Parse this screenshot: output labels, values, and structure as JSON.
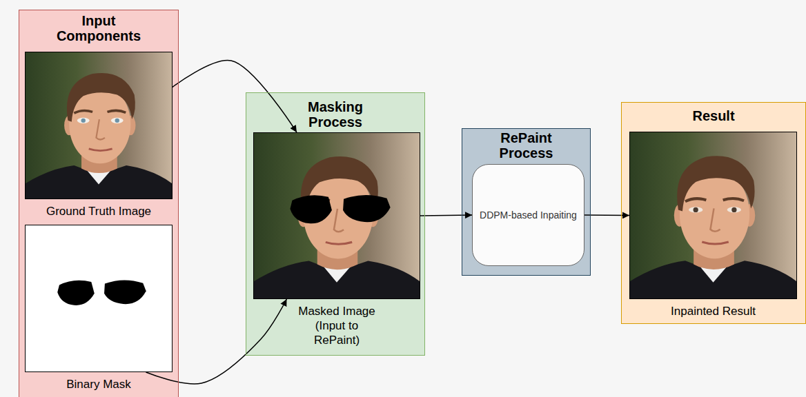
{
  "diagram": {
    "nodes": [
      {
        "text": [
          "Input Components"
        ]
      },
      {
        "text": [
          "Ground Truth Image"
        ],
        "in": 0
      },
      {
        "text": [
          "Binary Mask"
        ],
        "in": 0
      },
      {
        "text": [
          "Masking Process"
        ]
      },
      {
        "text": [
          "Masked Image (Input to RePaint)"
        ],
        "in": 3
      },
      {
        "text": [
          "RePaint Process"
        ]
      },
      {
        "text": [
          "DDPM-based Inpaiting"
        ],
        "in": 5
      },
      {
        "text": [
          "Result"
        ]
      },
      {
        "text": [
          "Inpainted Result"
        ],
        "in": 7
      }
    ],
    "edges": [
      {
        "from": 1,
        "to": 4,
        "arrow": "to"
      },
      {
        "from": 2,
        "to": 4,
        "arrow": "to"
      },
      {
        "from": 4,
        "to": 6,
        "arrow": "to"
      },
      {
        "from": 6,
        "to": 8,
        "arrow": "to"
      }
    ]
  }
}
